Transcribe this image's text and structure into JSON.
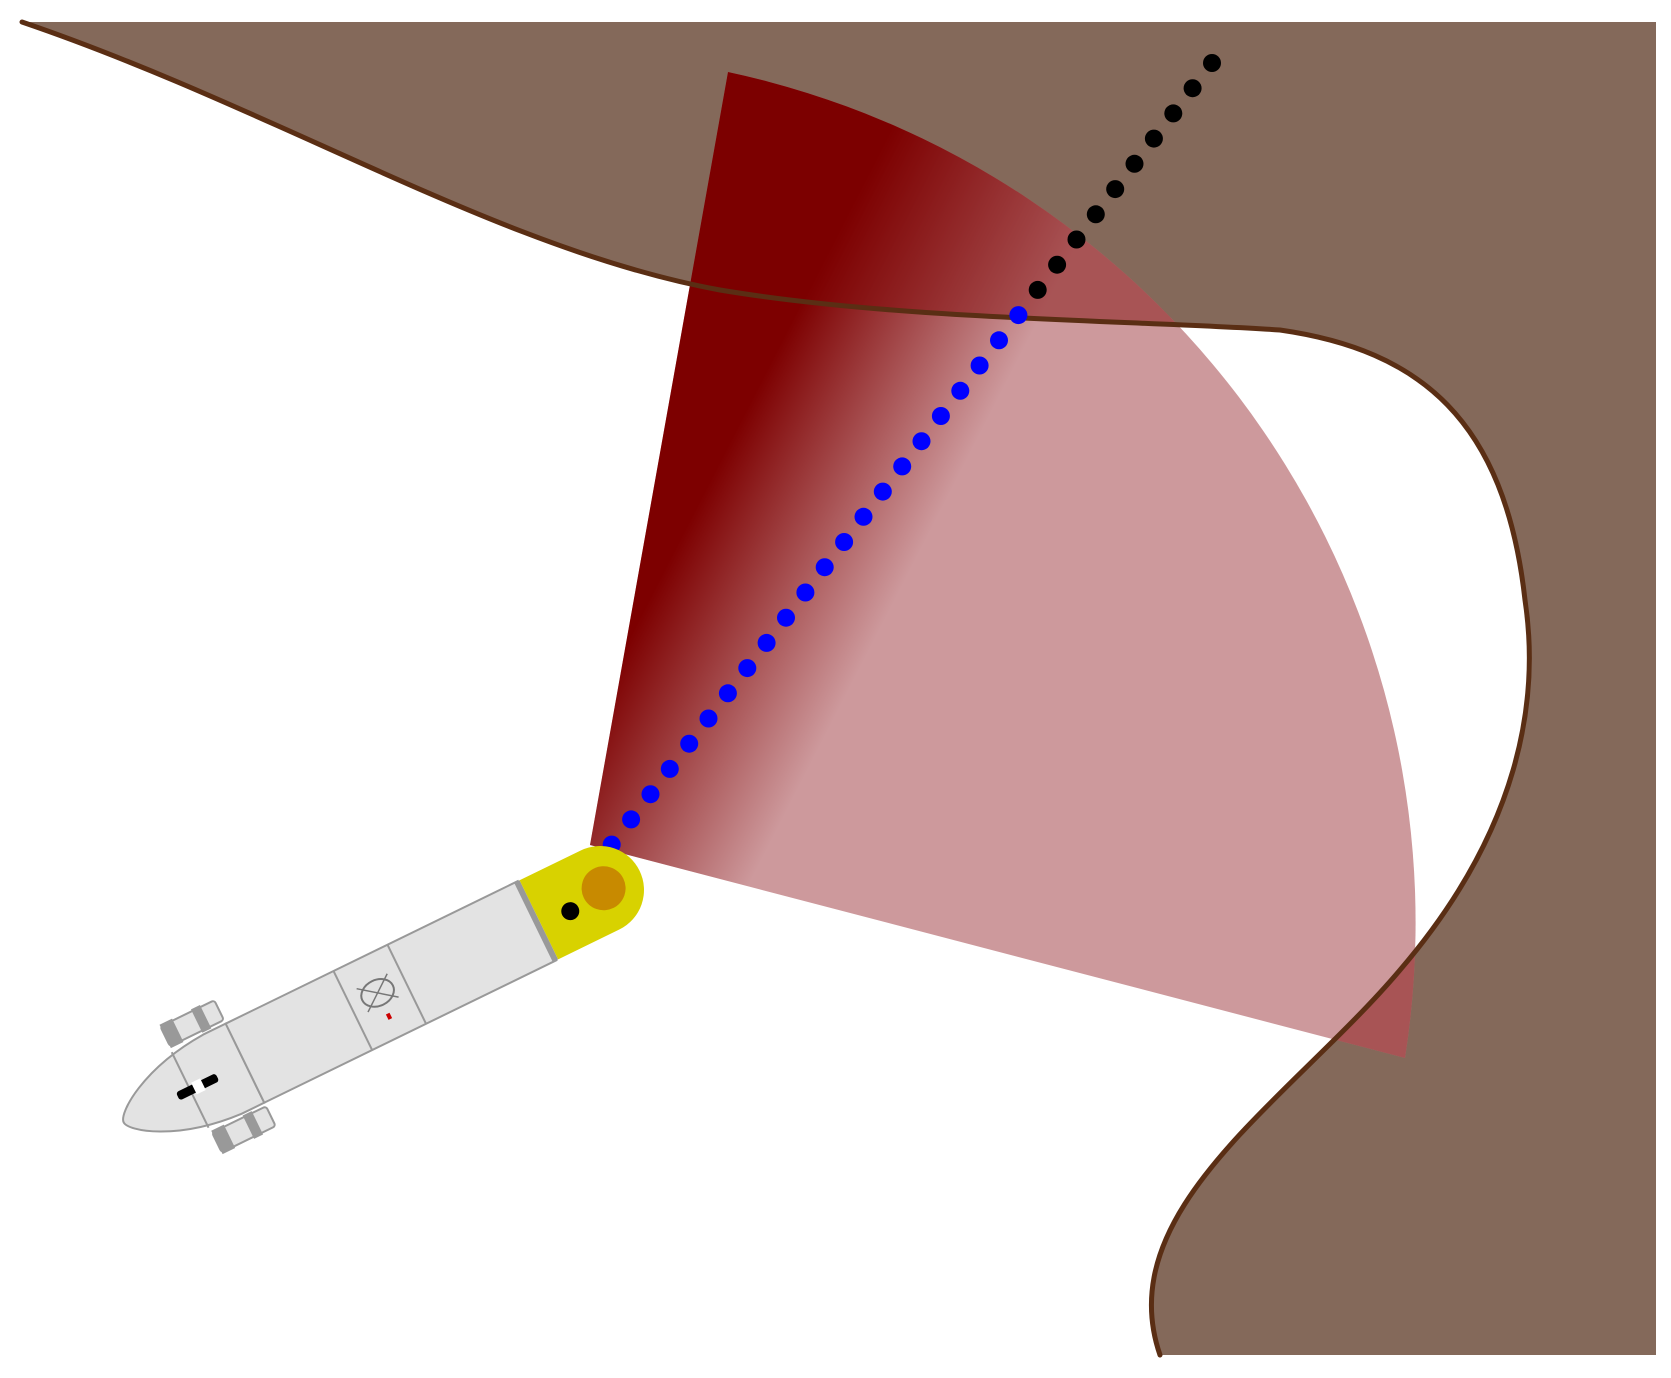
{
  "colors": {
    "background": "#ffffff",
    "terrain": "#84695a",
    "terrain_edge": "#5a2e14",
    "sonar_dark": "#7d0000",
    "sonar_light": "#cd999c",
    "beam_visible": "#0000ff",
    "beam_occluded": "#000000",
    "vehicle_body": "#e3e3e3",
    "vehicle_outline": "#999999",
    "sonar_head": "#d8d200",
    "sonar_emitter": "#c88a00"
  },
  "legend": {
    "items": []
  },
  "elements": {
    "terrain": "seabed-terrain",
    "sonar_fan": "sonar-fan",
    "beam": "sonar-beam",
    "vehicle": "underwater-vehicle"
  }
}
